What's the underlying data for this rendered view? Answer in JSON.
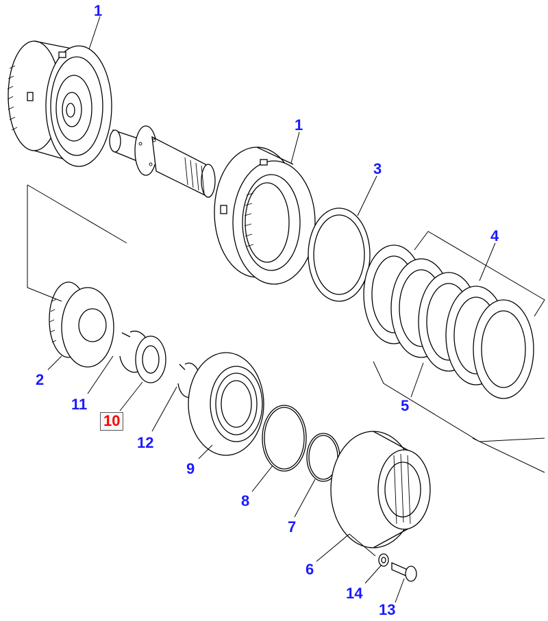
{
  "labels": {
    "p1a": "1",
    "p1b": "1",
    "p2": "2",
    "p3": "3",
    "p4": "4",
    "p5": "5",
    "p6": "6",
    "p7": "7",
    "p8": "8",
    "p9": "9",
    "p10": "10",
    "p11": "11",
    "p12": "12",
    "p13": "13",
    "p14": "14"
  },
  "colors": {
    "label": "#1a1aff",
    "highlight_label": "#ff0000",
    "line": "#000000"
  }
}
